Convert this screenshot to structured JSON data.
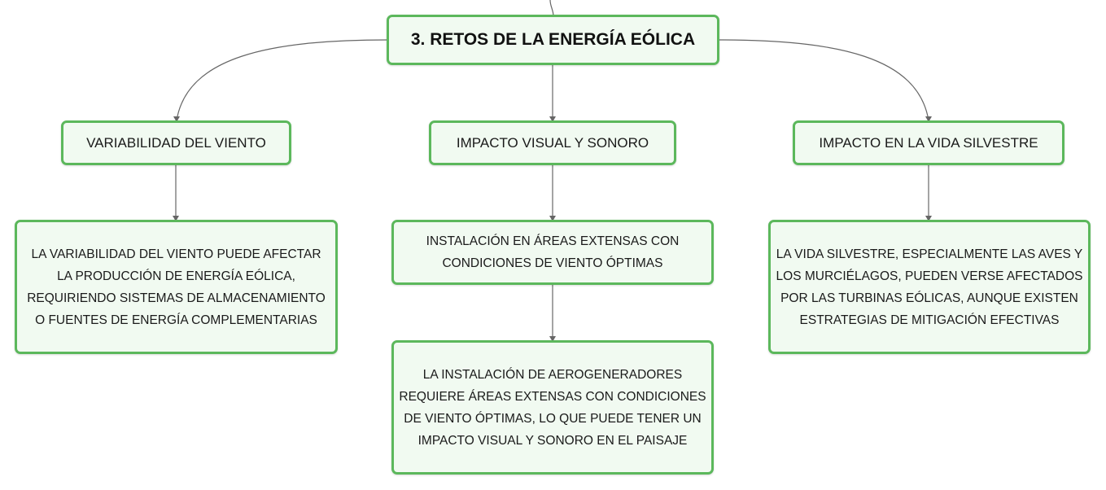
{
  "colors": {
    "node_border": "#5cb85c",
    "node_fill": "#f1faf1",
    "connector": "#666666",
    "text": "#1a1a1a"
  },
  "root": {
    "title": "3. RETOS DE LA ENERGÍA EÓLICA"
  },
  "branches": [
    {
      "topic": "VARIABILIDAD DEL VIENTO",
      "details": [
        "LA VARIABILIDAD DEL VIENTO PUEDE AFECTAR LA PRODUCCIÓN DE ENERGÍA EÓLICA, REQUIRIENDO SISTEMAS DE ALMACENAMIENTO O FUENTES DE ENERGÍA COMPLEMENTARIAS"
      ]
    },
    {
      "topic": "IMPACTO VISUAL Y SONORO",
      "details": [
        "INSTALACIÓN EN ÁREAS EXTENSAS CON CONDICIONES DE VIENTO ÓPTIMAS",
        "LA INSTALACIÓN DE AEROGENERADORES REQUIERE ÁREAS EXTENSAS CON CONDICIONES DE VIENTO ÓPTIMAS, LO QUE PUEDE TENER UN IMPACTO VISUAL Y SONORO EN EL PAISAJE"
      ]
    },
    {
      "topic": "IMPACTO EN LA VIDA SILVESTRE",
      "details": [
        "LA VIDA SILVESTRE, ESPECIALMENTE LAS AVES Y LOS MURCIÉLAGOS, PUEDEN VERSE AFECTADOS POR LAS TURBINAS EÓLICAS, AUNQUE EXISTEN ESTRATEGIAS DE MITIGACIÓN EFECTIVAS"
      ]
    }
  ]
}
